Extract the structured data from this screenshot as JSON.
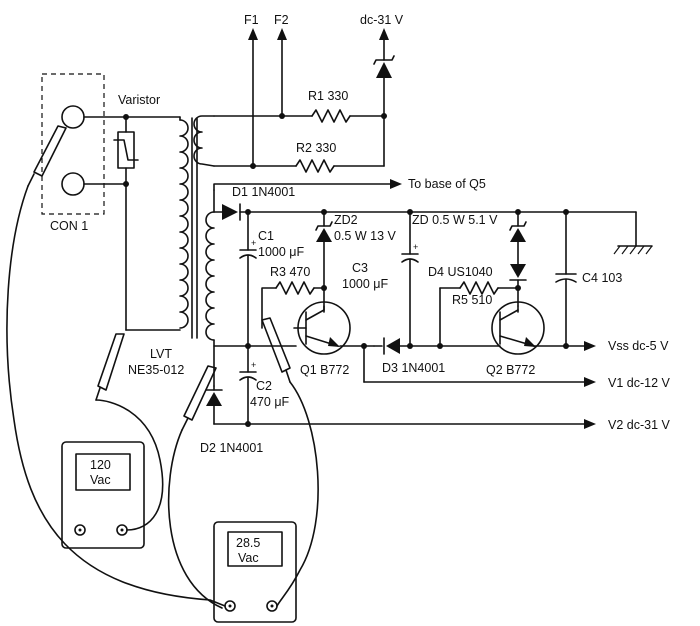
{
  "labels": {
    "f1": "F1",
    "f2": "F2",
    "dc31_top": "dc-31 V",
    "varistor": "Varistor",
    "r1": "R1 330",
    "r2": "R2 330",
    "d1": "D1 1N4001",
    "to_base_q5": "To base of Q5",
    "zd2_a": "ZD2",
    "zd2_b": "0.5 W 13 V",
    "zd": "ZD 0.5 W 5.1 V",
    "c1_a": "C1",
    "c1_b": "1000 μF",
    "r3": "R3 470",
    "c3_a": "C3",
    "c3_b": "1000 μF",
    "d4": "D4 US1040",
    "r5": "R5 510",
    "c4": "C4 103",
    "con1": "CON 1",
    "lvt_a": "LVT",
    "lvt_b": "NE35-012",
    "c2_a": "C2",
    "c2_b": "470 μF",
    "q1": "Q1 B772",
    "d3": "D3 1N4001",
    "q2": "Q2 B772",
    "vss": "Vss dc-5 V",
    "v1": "V1 dc-12 V",
    "v2": "V2 dc-31 V",
    "d2": "D2 1N4001"
  },
  "meters": [
    {
      "value": "120",
      "unit": "Vac"
    },
    {
      "value": "28.5",
      "unit": "Vac"
    }
  ]
}
